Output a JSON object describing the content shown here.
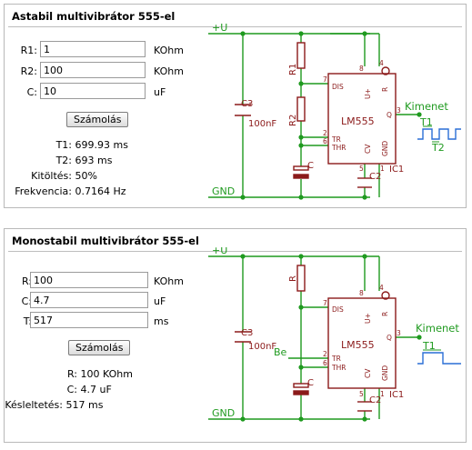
{
  "astable": {
    "title": "Astabil multivibrátor 555-el",
    "r1": {
      "label": "R1:",
      "value": "1",
      "unit": "KOhm"
    },
    "r2": {
      "label": "R2:",
      "value": "100",
      "unit": "KOhm"
    },
    "c": {
      "label": "C:",
      "value": "10",
      "unit": "uF"
    },
    "button": "Számolás",
    "results": [
      {
        "key": "T1:",
        "value": "699.93 ms"
      },
      {
        "key": "T2:",
        "value": "693 ms"
      },
      {
        "key": "Kitöltés:",
        "value": "50%"
      },
      {
        "key": "Frekvencia:",
        "value": "0.7164 Hz"
      }
    ],
    "schematic": {
      "vcc": "+U",
      "gnd": "GND",
      "ic_name": "LM555",
      "ic_ref": "IC1",
      "r1": "R1",
      "r2": "R2",
      "c": "C",
      "c2": "C2",
      "c3": "C3",
      "c3_value": "100nF",
      "output": "Kimenet",
      "t1": "T1",
      "t2": "T2",
      "pins": {
        "dis": "DIS",
        "vplus": "U+",
        "r": "R",
        "q": "Q",
        "tr": "TR",
        "thr": "THR",
        "cv": "CV",
        "gnd": "GND",
        "p1": "1",
        "p2": "2",
        "p3": "3",
        "p4": "4",
        "p5": "5",
        "p6": "6",
        "p7": "7",
        "p8": "8"
      }
    }
  },
  "monostable": {
    "title": "Monostabil multivibrátor 555-el",
    "r": {
      "label": "R:",
      "value": "100",
      "unit": "KOhm"
    },
    "c": {
      "label": "C:",
      "value": "4.7",
      "unit": "uF"
    },
    "t": {
      "label": "T:",
      "value": "517",
      "unit": "ms"
    },
    "button": "Számolás",
    "results": [
      {
        "key": "R:",
        "value": "100 KOhm"
      },
      {
        "key": "C:",
        "value": "4.7 uF"
      },
      {
        "key": "Késleltetés:",
        "value": "517 ms"
      }
    ],
    "schematic": {
      "vcc": "+U",
      "gnd": "GND",
      "ic_name": "LM555",
      "ic_ref": "IC1",
      "r": "R",
      "c": "C",
      "c2": "C2",
      "c3": "C3",
      "c3_value": "100nF",
      "input": "Be",
      "output": "Kimenet",
      "t1": "T1",
      "pins": {
        "dis": "DIS",
        "vplus": "U+",
        "r": "R",
        "q": "Q",
        "tr": "TR",
        "thr": "THR",
        "cv": "CV",
        "gnd": "GND",
        "p1": "1",
        "p2": "2",
        "p3": "3",
        "p4": "4",
        "p5": "5",
        "p6": "6",
        "p7": "7",
        "p8": "8"
      }
    }
  },
  "colors": {
    "wire": "#1f9a1f",
    "component": "#8b1a1a",
    "label": "#1f9a1f",
    "chip_text": "#8b1a1a",
    "border": "#b9b9b9"
  }
}
